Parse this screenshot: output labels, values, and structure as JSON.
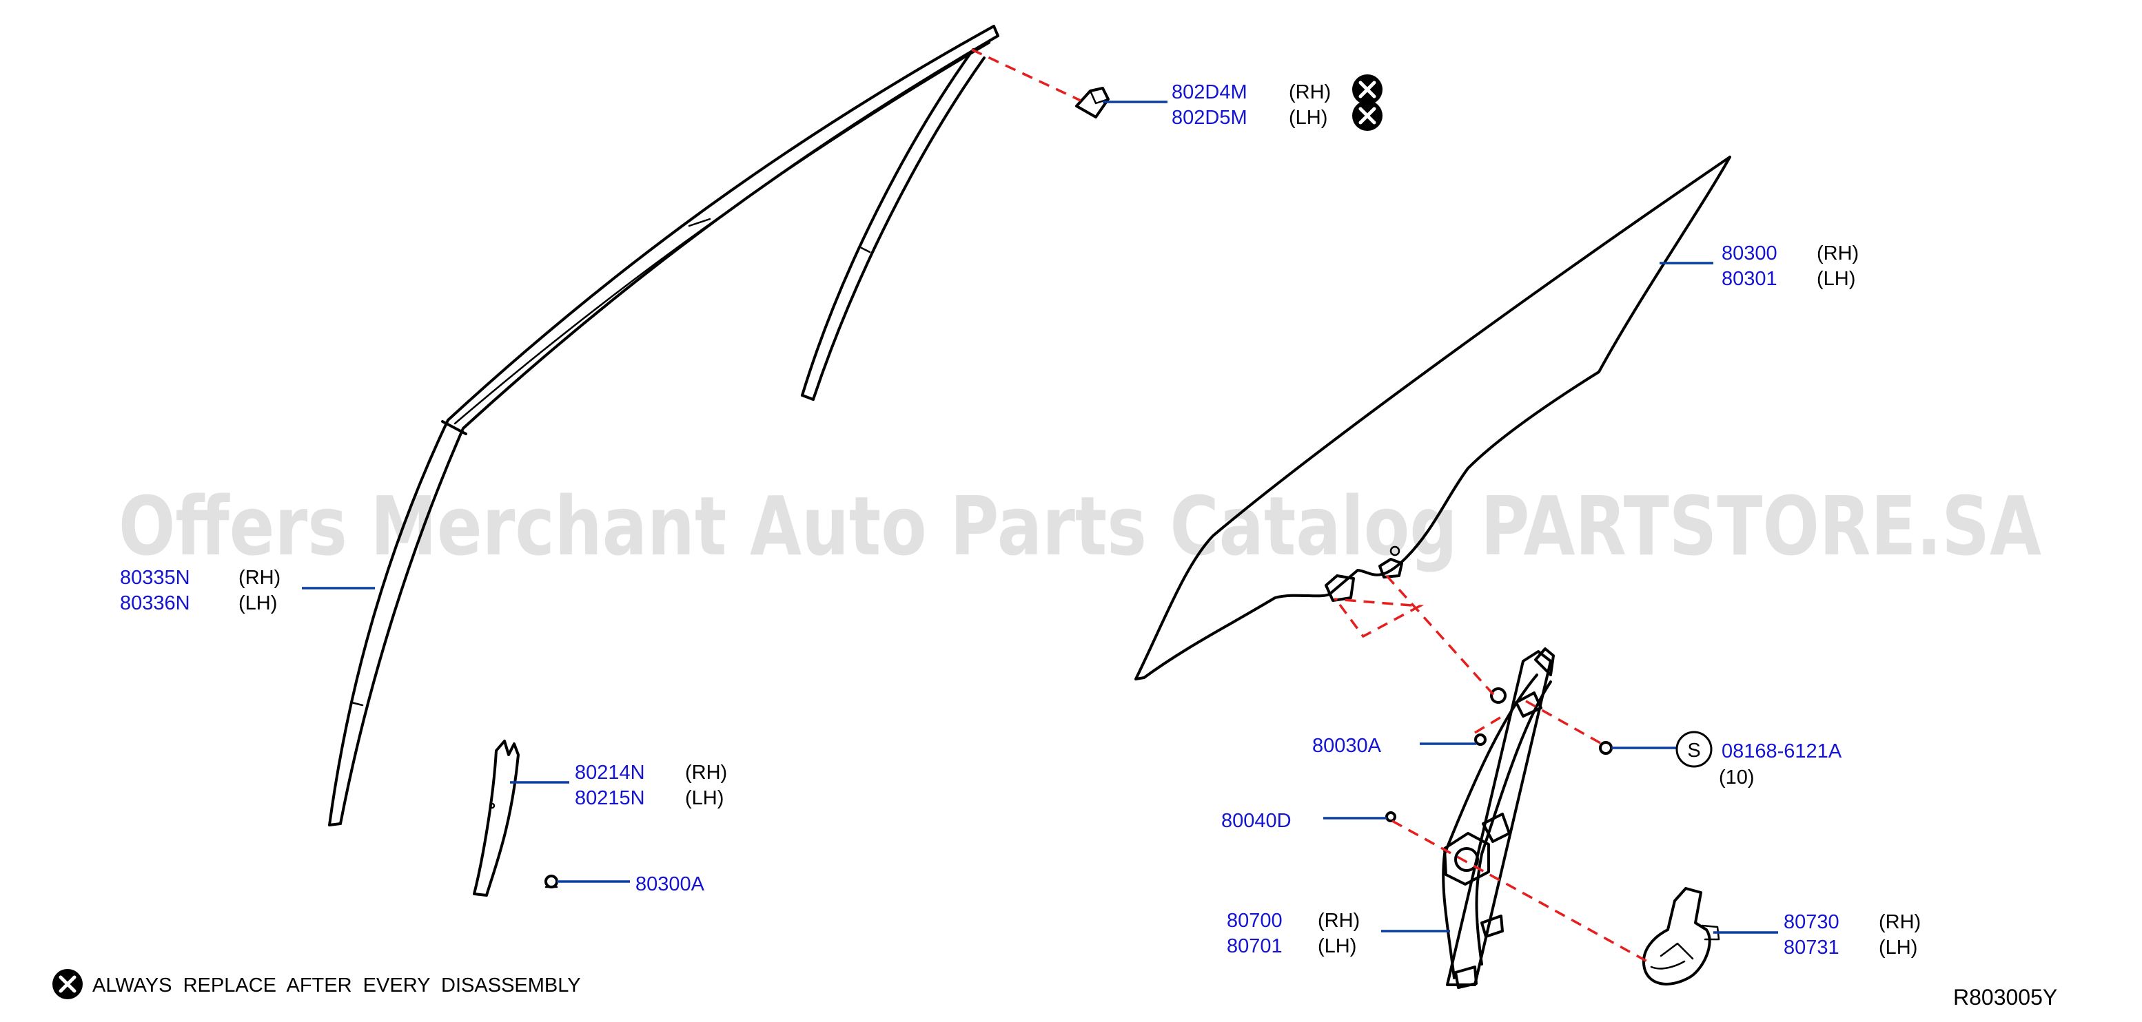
{
  "watermark": "Offers Merchant Auto Parts Catalog PARTSTORE.SA",
  "diagram_code": "R803005Y",
  "legend": {
    "icon": "replace-x-icon",
    "text": "ALWAYS  REPLACE  AFTER  EVERY  DISASSEMBLY"
  },
  "colors": {
    "part_number": "#1414d2",
    "leader_line": "#0a3fa0",
    "connector_dash": "#e51e1e",
    "outline": "#000000",
    "watermark": "#dcdcdc"
  },
  "callouts": {
    "clip_top": {
      "rh": {
        "number": "802D4M",
        "side": "(RH)",
        "replace": true
      },
      "lh": {
        "number": "802D5M",
        "side": "(LH)",
        "replace": true
      }
    },
    "glass": {
      "rh": {
        "number": "80300",
        "side": "(RH)"
      },
      "lh": {
        "number": "80301",
        "side": "(LH)"
      }
    },
    "sash": {
      "rh": {
        "number": "80335N",
        "side": "(RH)"
      },
      "lh": {
        "number": "80336N",
        "side": "(LH)"
      }
    },
    "guide": {
      "rh": {
        "number": "80214N",
        "side": "(RH)"
      },
      "lh": {
        "number": "80215N",
        "side": "(LH)"
      }
    },
    "fastener": {
      "number": "80300A"
    },
    "bolt_upper": {
      "number": "80030A"
    },
    "bolt_lower": {
      "number": "80040D"
    },
    "screw": {
      "symbol": "S",
      "number": "08168-6121A",
      "qty": "(10)"
    },
    "regulator": {
      "rh": {
        "number": "80700",
        "side": "(RH)"
      },
      "lh": {
        "number": "80701",
        "side": "(LH)"
      }
    },
    "motor": {
      "rh": {
        "number": "80730",
        "side": "(RH)"
      },
      "lh": {
        "number": "80731",
        "side": "(LH)"
      }
    }
  }
}
